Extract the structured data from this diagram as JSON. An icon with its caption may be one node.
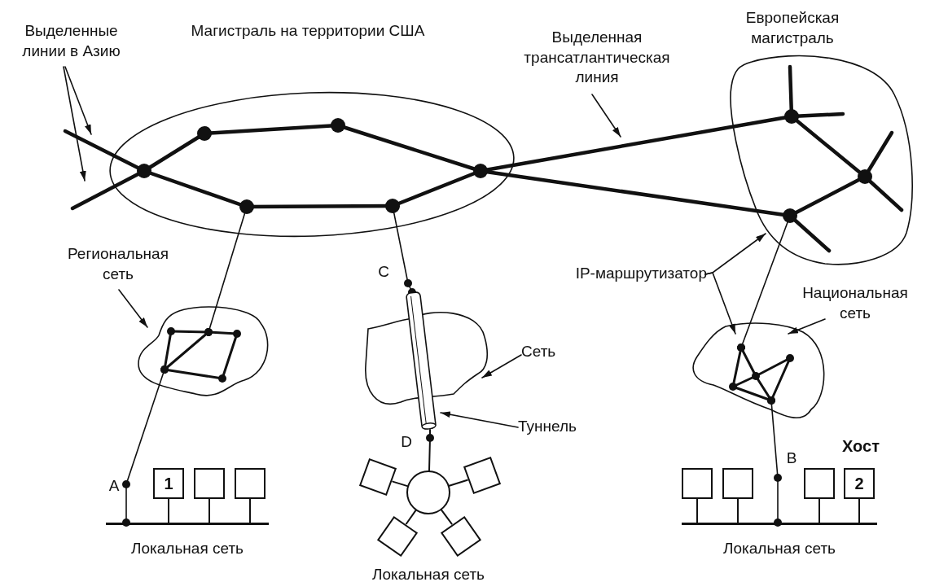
{
  "diagram": {
    "nodes": [
      {
        "text": [
          "Выделенные линии в Азию"
        ]
      },
      {
        "text": [
          "Магистраль на территории США"
        ]
      },
      {
        "text": [
          "Выделенная трансатлантическая линия"
        ]
      },
      {
        "text": [
          "Европейская магистраль"
        ]
      },
      {
        "text": [
          "Региональная сеть"
        ]
      },
      {
        "text": [],
        "shape": "cloud"
      },
      {
        "text": [],
        "shape": "cloud"
      },
      {
        "text": [
          "Сеть"
        ]
      },
      {
        "text": [],
        "shape": "cylinder"
      },
      {
        "text": [
          "Туннель"
        ]
      },
      {
        "text": [
          "IP-маршрутизатор"
        ]
      },
      {
        "text": [
          "Национальная сеть"
        ]
      },
      {
        "text": [],
        "shape": "cloud"
      },
      {
        "text": [],
        "shape": "bar",
        "beside": [
          "Локальная сеть"
        ]
      },
      {
        "text": [
          "1"
        ]
      },
      {
        "text": [],
        "shape": "box"
      },
      {
        "text": [],
        "shape": "box"
      },
      {
        "text": [],
        "shape": "circle"
      },
      {
        "text": [],
        "shape": "box"
      },
      {
        "text": [],
        "shape": "box"
      },
      {
        "text": [],
        "shape": "box"
      },
      {
        "text": [],
        "shape": "box"
      },
      {
        "text": [],
        "shape": "bar",
        "beside": [
          "Локальная сеть"
        ]
      },
      {
        "text": [],
        "shape": "box"
      },
      {
        "text": [],
        "shape": "box"
      },
      {
        "text": [],
        "shape": "box"
      },
      {
        "text": [
          "2"
        ],
        "beside": [
          "Хост"
        ]
      }
    ],
    "edges": [
      {
        "from": 0,
        "to": null,
        "arrow": "to"
      },
      {
        "from": 0,
        "to": null,
        "arrow": "to"
      },
      {
        "from": 2,
        "to": null,
        "arrow": "to"
      },
      {
        "from": 4,
        "to": 5,
        "arrow": "to"
      },
      {
        "from": 7,
        "to": 6,
        "arrow": "to"
      },
      {
        "from": 9,
        "to": 8,
        "arrow": "to"
      },
      {
        "from": 10,
        "to": 3,
        "arrow": "to"
      },
      {
        "from": 10,
        "to": 12,
        "arrow": "to"
      },
      {
        "from": 11,
        "to": 12,
        "arrow": "to"
      },
      {
        "from": 14,
        "to": 13,
        "arrow": "none"
      },
      {
        "from": 15,
        "to": 13,
        "arrow": "none"
      },
      {
        "from": 16,
        "to": 13,
        "arrow": "none"
      },
      {
        "from": 17,
        "to": 18,
        "arrow": "none"
      },
      {
        "from": 17,
        "to": 19,
        "arrow": "none"
      },
      {
        "from": 17,
        "to": 20,
        "arrow": "none"
      },
      {
        "from": 17,
        "to": 21,
        "arrow": "none"
      },
      {
        "from": 23,
        "to": 22,
        "arrow": "none"
      },
      {
        "from": 24,
        "to": 22,
        "arrow": "none"
      },
      {
        "from": 25,
        "to": 22,
        "arrow": "none"
      },
      {
        "from": 26,
        "to": 22,
        "arrow": "none"
      },
      {
        "from": 1,
        "to": 5,
        "arrow": "other"
      },
      {
        "from": 5,
        "to": 13,
        "arrow": "other"
      },
      {
        "from": 1,
        "to": 8,
        "arrow": "other"
      },
      {
        "from": 8,
        "to": 17,
        "arrow": "none"
      },
      {
        "from": 3,
        "to": 12,
        "arrow": "other"
      },
      {
        "from": 12,
        "to": 22,
        "arrow": "other"
      },
      {
        "from": 1,
        "to": 3,
        "arrow": "other",
        "style": "thick"
      },
      {
        "from": 1,
        "to": 3,
        "arrow": "other",
        "style": "thick"
      }
    ],
    "labels": [
      "A",
      "B",
      "C",
      "D",
      "Локальная сеть"
    ]
  }
}
